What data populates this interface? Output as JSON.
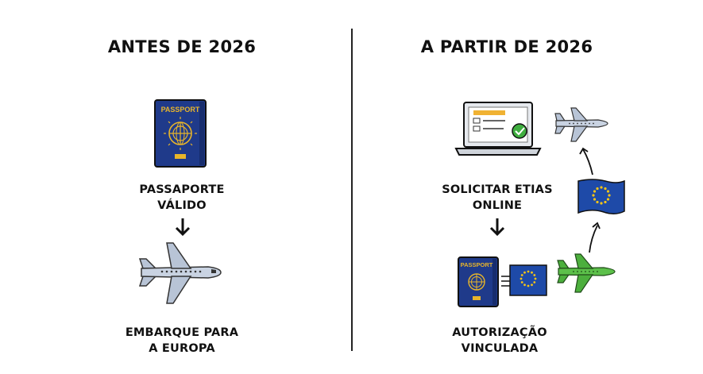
{
  "left": {
    "title": "ANTES DE 2026",
    "passport_text": "PASSPORT",
    "step1_line1": "PASSAPORTE",
    "step1_line2": "VÁLIDO",
    "step2_line1": "EMBARQUE PARA",
    "step2_line2": "A EUROPA"
  },
  "right": {
    "title": "A PARTIR DE 2026",
    "step1_line1": "SOLICITAR ETIAS",
    "step1_line2": "ONLINE",
    "passport_text": "PASSPORT",
    "step2_line1": "AUTORIZAÇÃO",
    "step2_line2": "VINCULADA"
  },
  "colors": {
    "passport_blue": "#1f3a8a",
    "passport_gold": "#e8b52a",
    "eu_blue": "#1e4aa8",
    "eu_star": "#f5c518",
    "plane_gray": "#b8c4d6",
    "plane_green": "#4caf3d",
    "check_green": "#3fae3f",
    "form_orange": "#f0b233"
  },
  "icons": [
    "passport-icon",
    "down-arrow-icon",
    "airplane-icon",
    "laptop-form-icon",
    "eu-flag-icon",
    "curved-arrow-icon"
  ]
}
